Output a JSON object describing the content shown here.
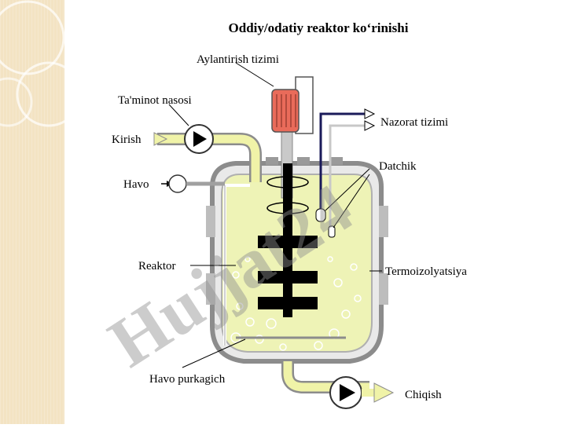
{
  "slide": {
    "title": "Oddiy/odatiy reaktor ko‘rinishi"
  },
  "watermark": {
    "text": "Hujjat24"
  },
  "labels": {
    "aylantirish": "Aylantirish tizimi",
    "taminot": "Ta'minot nasosi",
    "kirish": "Kirish",
    "havo": "Havo",
    "nazorat": "Nazorat tizimi",
    "datchik": "Datchik",
    "reaktor": "Reaktor",
    "termo": "Termoizolyatsiya",
    "purkagich": "Havo purkagich",
    "chiqish": "Chiqish"
  },
  "colors": {
    "sidebar": "#f3e3c3",
    "liquid": "#eef3b6",
    "vessel_wall": "#9a9a9a",
    "motor": "#e96b5a",
    "pipe_fill": "#f0f3a8",
    "arrow": "#000000",
    "watermark": "#8f8f8f"
  }
}
